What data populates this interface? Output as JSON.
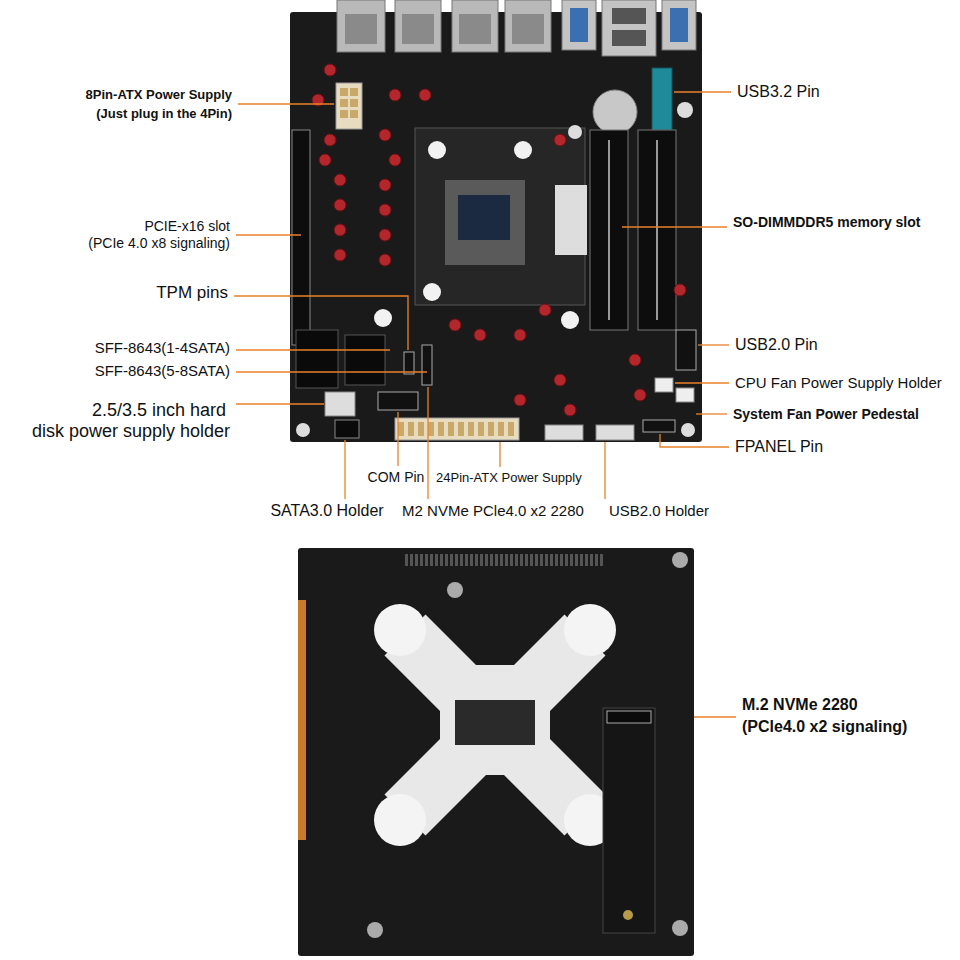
{
  "diagram": {
    "labels": [
      "8Pin-ATX Power Supply",
      "(Just plug in the 4Pin)",
      "USB3.2 Pin",
      "PCIE-x16 slot",
      "(PCIe 4.0 x8 signaling)",
      "SO-DIMMDDR5 memory slot",
      "TPM pins",
      "SFF-8643(1-4SATA)",
      "USB2.0 Pin",
      "SFF-8643(5-8SATA)",
      "CPU Fan Power Supply Holder",
      "2.5/3.5 inch hard",
      "disk power supply holder",
      "System Fan Power Pedestal",
      "FPANEL Pin",
      "COM Pin",
      "24Pin-ATX Power Supply",
      "SATA3.0 Holder",
      "M2 NVMe PCle4.0 x2 2280",
      "USB2.0 Holder",
      "M.2 NVMe 2280",
      "(PCle4.0 x2 signaling)"
    ]
  }
}
